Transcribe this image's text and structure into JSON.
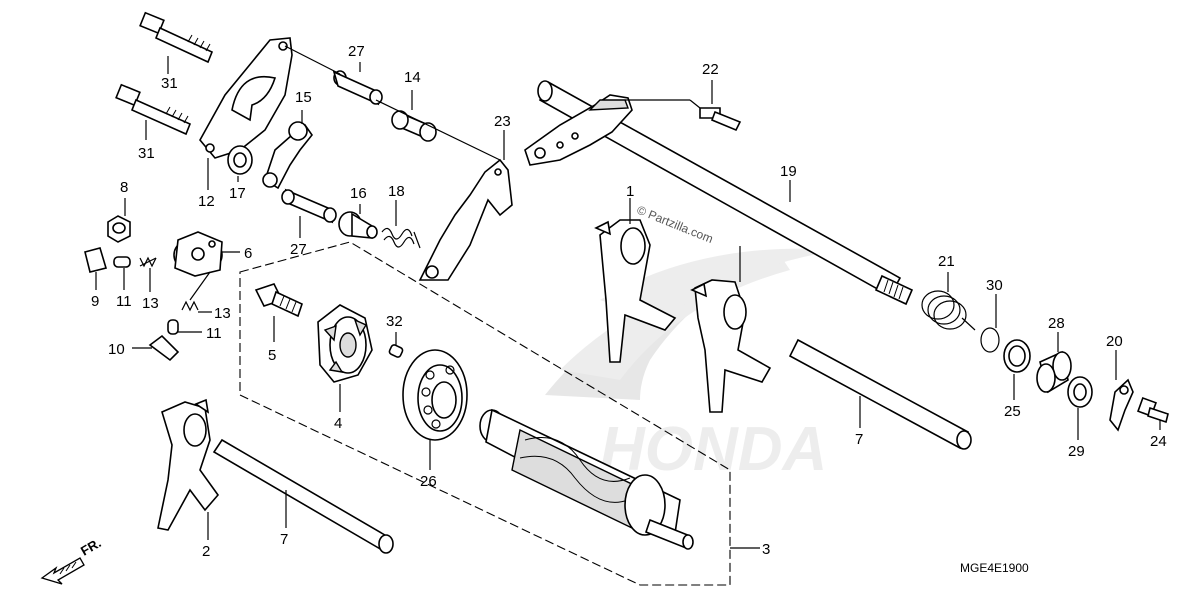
{
  "diagram": {
    "drawing_code": "MGE4E1900",
    "watermark": "© Partzilla.com",
    "brand_watermark": "HONDA",
    "front_indicator": "FR.",
    "callouts": {
      "c1": "1",
      "c2": "2",
      "c3": "3",
      "c4": "4",
      "c5": "5",
      "c6": "6",
      "c7a": "7",
      "c7b": "7",
      "c8": "8",
      "c9": "9",
      "c10": "10",
      "c11a": "11",
      "c11b": "11",
      "c12": "12",
      "c13a": "13",
      "c13b": "13",
      "c14": "14",
      "c15": "15",
      "c16": "16",
      "c17": "17",
      "c18": "18",
      "c19": "19",
      "c20": "20",
      "c21": "21",
      "c22": "22",
      "c23": "23",
      "c24": "24",
      "c25": "25",
      "c26": "26",
      "c27a": "27",
      "c27b": "27",
      "c28": "28",
      "c29": "29",
      "c30": "30",
      "c31a": "31",
      "c31b": "31",
      "c32": "32"
    }
  }
}
